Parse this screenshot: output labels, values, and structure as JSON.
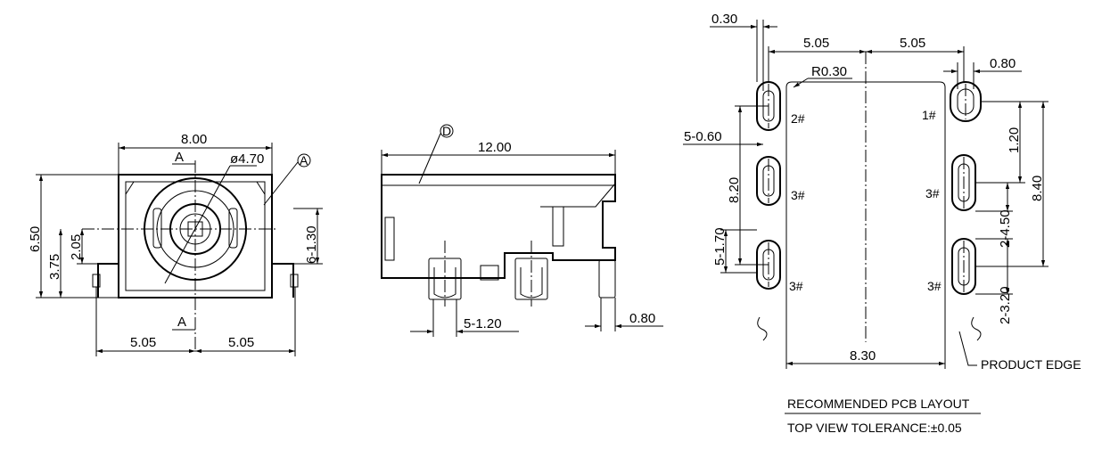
{
  "front_view": {
    "dim_width": "8.00",
    "dim_height": "6.50",
    "dim_375": "3.75",
    "dim_205": "2.05",
    "dim_pin_width": "6-1.30",
    "dim_diameter": "ø4.70",
    "dim_left_pitch": "5.05",
    "dim_right_pitch": "5.05",
    "section_label_top": "A",
    "section_label_bottom": "A",
    "callout_a": "A"
  },
  "side_view": {
    "dim_length": "12.00",
    "dim_pin_width": "5-1.20",
    "dim_tail": "0.80",
    "callout_d": "D"
  },
  "pcb_layout": {
    "dim_030": "0.30",
    "dim_left_half": "5.05",
    "dim_right_half": "5.05",
    "dim_radius": "R0.30",
    "dim_080": "0.80",
    "dim_5_060": "5-0.60",
    "dim_820": "8.20",
    "dim_5_170": "5-1.70",
    "dim_120": "1.20",
    "dim_840": "8.40",
    "dim_2_450": "2-4.50",
    "dim_2_320": "2-3.20",
    "dim_830": "8.30",
    "pin_1": "1#",
    "pin_2": "2#",
    "pin_3a": "3#",
    "pin_3b": "3#",
    "pin_3c": "3#",
    "pin_3d": "3#",
    "product_edge": "PRODUCT EDGE",
    "caption_line1": "RECOMMENDED PCB LAYOUT",
    "caption_line2": "TOP VIEW TOLERANCE:±0.05"
  }
}
